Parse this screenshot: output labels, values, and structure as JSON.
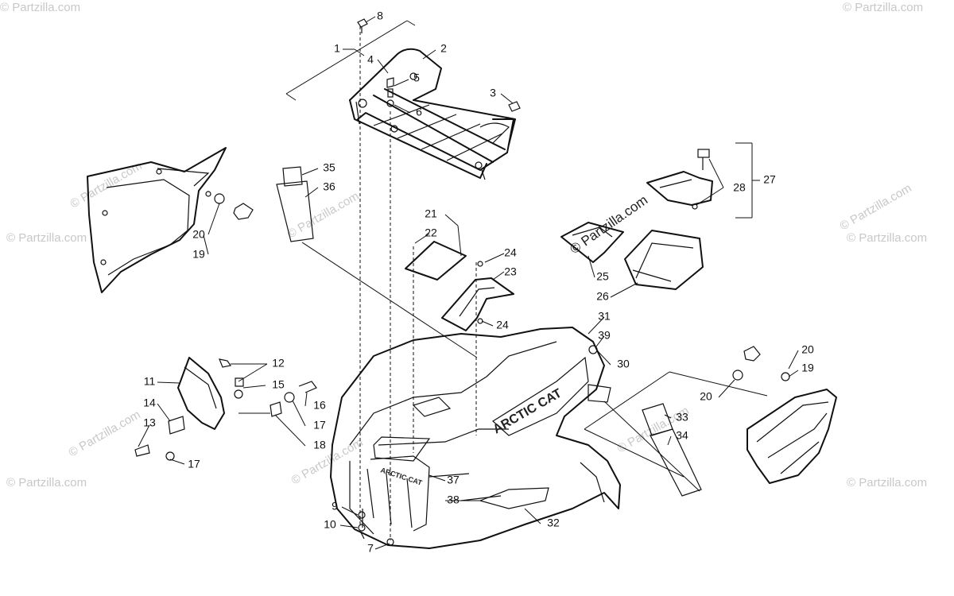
{
  "watermark": {
    "text": "© Partzilla.com",
    "featured_text": "© Partzilla.com"
  },
  "decals": {
    "brand_side": "ARCTIC CAT",
    "brand_front": "ARCTIC CAT"
  },
  "callouts": {
    "c1": "1",
    "c2": "2",
    "c3": "3",
    "c4": "4",
    "c5": "5",
    "c6": "6",
    "c7": "7",
    "c8": "8",
    "c9": "9",
    "c10": "10",
    "c11": "11",
    "c12": "12",
    "c13": "13",
    "c14": "14",
    "c15": "15",
    "c16": "16",
    "c17a": "17",
    "c17b": "17",
    "c18": "18",
    "c19a": "19",
    "c20a": "20",
    "c19b": "19",
    "c20b": "20",
    "c20c": "20",
    "c21": "21",
    "c22": "22",
    "c23": "23",
    "c24a": "24",
    "c24b": "24",
    "c25": "25",
    "c26": "26",
    "c27": "27",
    "c28": "28",
    "c30": "30",
    "c31": "31",
    "c32": "32",
    "c33": "33",
    "c34": "34",
    "c35": "35",
    "c36": "36",
    "c37": "37",
    "c38": "38",
    "c39": "39"
  }
}
